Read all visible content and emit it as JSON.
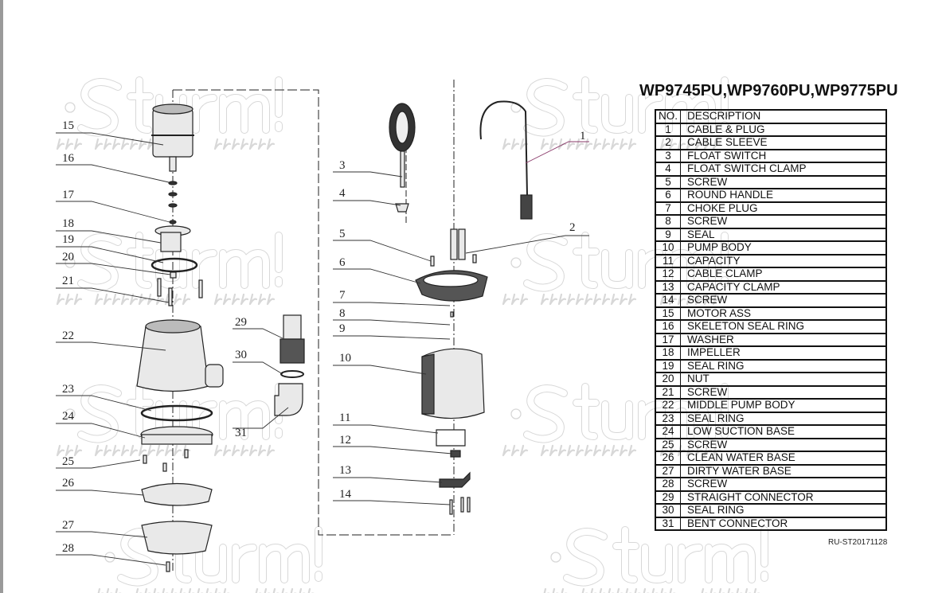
{
  "title": "WP9745PU,WP9760PU,WP9775PU",
  "watermark": {
    "brand": "Sturm!",
    "slogan": "нас рекомендуют друзьям"
  },
  "table": {
    "headers": [
      "NO.",
      "DESCRIPTION"
    ],
    "rows": [
      [
        "1",
        "CABLE & PLUG"
      ],
      [
        "2",
        "CABLE SLEEVE"
      ],
      [
        "3",
        "FLOAT SWITCH"
      ],
      [
        "4",
        "FLOAT SWITCH CLAMP"
      ],
      [
        "5",
        "SCREW"
      ],
      [
        "6",
        "ROUND HANDLE"
      ],
      [
        "7",
        "CHOKE PLUG"
      ],
      [
        "8",
        "SCREW"
      ],
      [
        "9",
        "SEAL"
      ],
      [
        "10",
        "PUMP BODY"
      ],
      [
        "11",
        "CAPACITY"
      ],
      [
        "12",
        "CABLE CLAMP"
      ],
      [
        "13",
        "CAPACITY CLAMP"
      ],
      [
        "14",
        "SCREW"
      ],
      [
        "15",
        "MOTOR ASS"
      ],
      [
        "16",
        "SKELETON SEAL RING"
      ],
      [
        "17",
        "WASHER"
      ],
      [
        "18",
        "IMPELLER"
      ],
      [
        "19",
        "SEAL RING"
      ],
      [
        "20",
        "NUT"
      ],
      [
        "21",
        "SCREW"
      ],
      [
        "22",
        "MIDDLE PUMP BODY"
      ],
      [
        "23",
        "SEAL RING"
      ],
      [
        "24",
        "LOW SUCTION BASE"
      ],
      [
        "25",
        "SCREW"
      ],
      [
        "26",
        "CLEAN WATER BASE"
      ],
      [
        "27",
        "DIRTY WATER BASE"
      ],
      [
        "28",
        "SCREW"
      ],
      [
        "29",
        "STRAIGHT CONNECTOR"
      ],
      [
        "30",
        "SEAL RING"
      ],
      [
        "31",
        "BENT CONNECTOR"
      ]
    ]
  },
  "callouts": [
    "1",
    "2",
    "3",
    "4",
    "5",
    "6",
    "7",
    "8",
    "9",
    "10",
    "11",
    "12",
    "13",
    "14",
    "15",
    "16",
    "17",
    "18",
    "19",
    "20",
    "21",
    "22",
    "23",
    "24",
    "25",
    "26",
    "27",
    "28",
    "29",
    "30",
    "31"
  ],
  "doc_code": "RU-ST20171128",
  "colors": {
    "line": "#222222",
    "callout_1": "#8a3a6a",
    "watermark": "#d8d8d8"
  }
}
